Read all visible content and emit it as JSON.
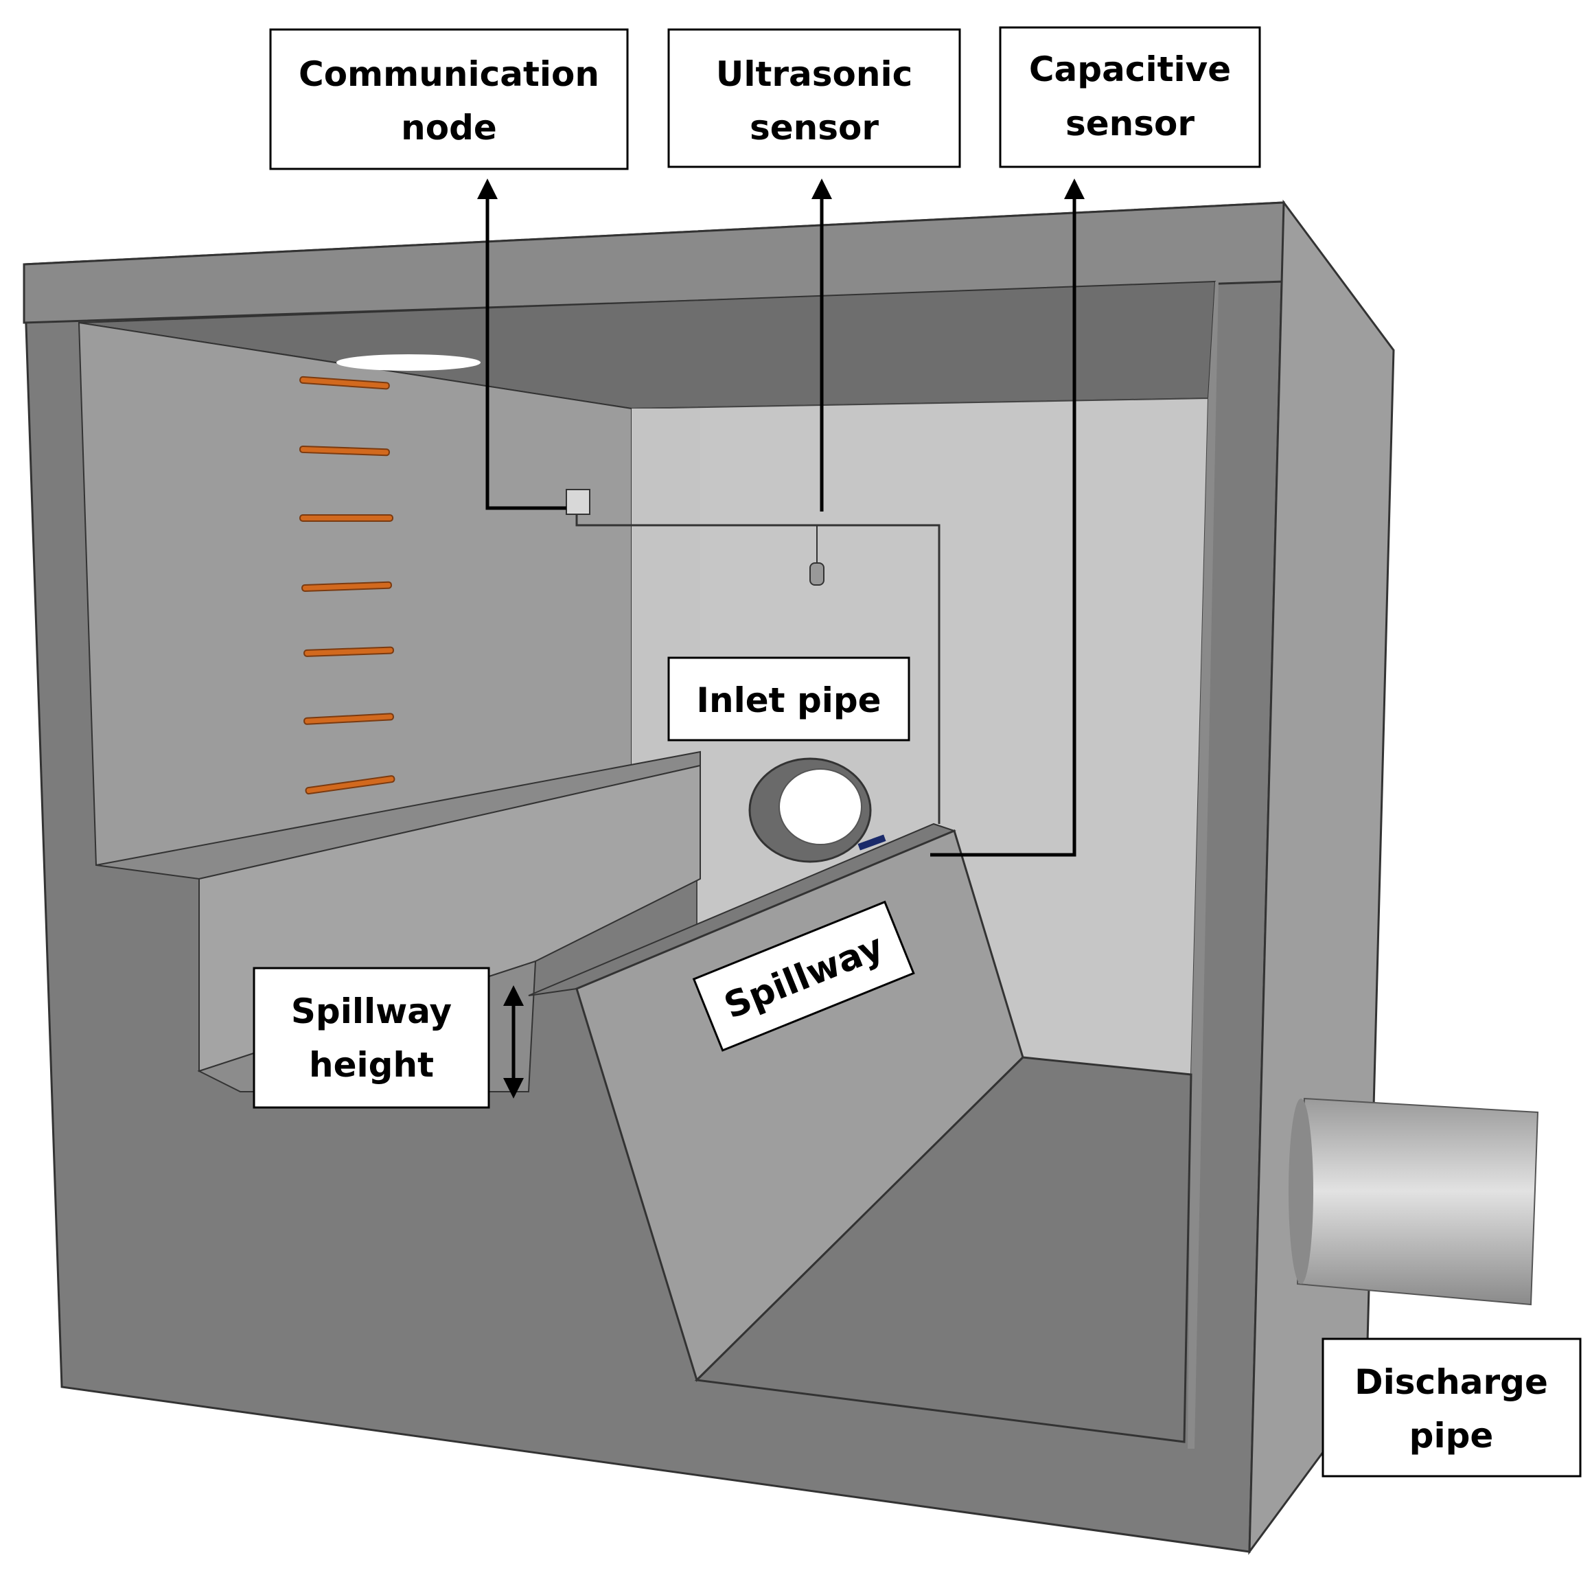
{
  "labels": {
    "communication_node": [
      "Communication",
      "node"
    ],
    "ultrasonic_sensor": [
      "Ultrasonic",
      "sensor"
    ],
    "capacitive_sensor": [
      "Capacitive",
      "sensor"
    ],
    "inlet_pipe": "Inlet pipe",
    "spillway": "Spillway",
    "spillway_height": [
      "Spillway",
      "height"
    ],
    "discharge_pipe": [
      "Discharge",
      "pipe"
    ]
  },
  "colors": {
    "wall_dark": "#7a7a7a",
    "wall_mid": "#989898",
    "wall_light": "#c8c8c8",
    "gauge_orange": "#d2691e",
    "leader_line": "#000000"
  }
}
